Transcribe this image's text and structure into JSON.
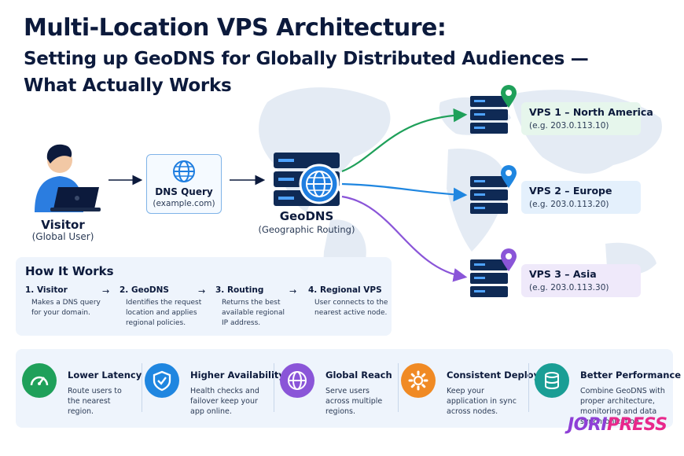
{
  "title": "Multi-Location VPS Architecture:",
  "subtitle": "Setting up GeoDNS for Globally Distributed Audiences — What Actually Works",
  "flow": {
    "visitor": {
      "label": "Visitor",
      "sub": "(Global User)"
    },
    "dns_query": {
      "label": "DNS Query",
      "sub": "(example.com)"
    },
    "geodns": {
      "label": "GeoDNS",
      "sub": "(Geographic Routing)"
    }
  },
  "vps": [
    {
      "name": "VPS 1 – North America",
      "ip": "(e.g. 203.0.113.10)",
      "color": "#1fa05a",
      "bg": "#e6f6ec"
    },
    {
      "name": "VPS 2 – Europe",
      "ip": "(e.g. 203.0.113.20)",
      "color": "#1f86e0",
      "bg": "#e4f0fc"
    },
    {
      "name": "VPS 3 – Asia",
      "ip": "(e.g. 203.0.113.30)",
      "color": "#8a55d8",
      "bg": "#efe9fa"
    }
  ],
  "how": {
    "title": "How It Works",
    "steps": [
      {
        "title": "1.  Visitor",
        "desc": "Makes a DNS query for your domain."
      },
      {
        "title": "2.  GeoDNS",
        "desc": "Identifies the request location and applies regional policies."
      },
      {
        "title": "3.  Routing",
        "desc": "Returns the best available regional IP address."
      },
      {
        "title": "4.  Regional VPS",
        "desc": "User connects to the nearest active node."
      }
    ]
  },
  "benefits": [
    {
      "title": "Lower Latency",
      "desc": "Route users to the nearest region.",
      "icon": "speedometer-icon",
      "color": "#1fa05a"
    },
    {
      "title": "Higher Availability",
      "desc": "Health checks and failover keep your app online.",
      "icon": "shield-check-icon",
      "color": "#1f86e0"
    },
    {
      "title": "Global Reach",
      "desc": "Serve users across multiple regions.",
      "icon": "globe-icon",
      "color": "#8a55d8"
    },
    {
      "title": "Consistent Deployment",
      "desc": "Keep your application in sync across nodes.",
      "icon": "gear-icon",
      "color": "#f08a24"
    },
    {
      "title": "Better Performance",
      "desc": "Combine GeoDNS with proper architecture, monitoring and data synchronization.",
      "icon": "database-icon",
      "color": "#1a9e95"
    }
  ],
  "brand": {
    "word1": "JORI",
    "word2": "PRESS"
  }
}
